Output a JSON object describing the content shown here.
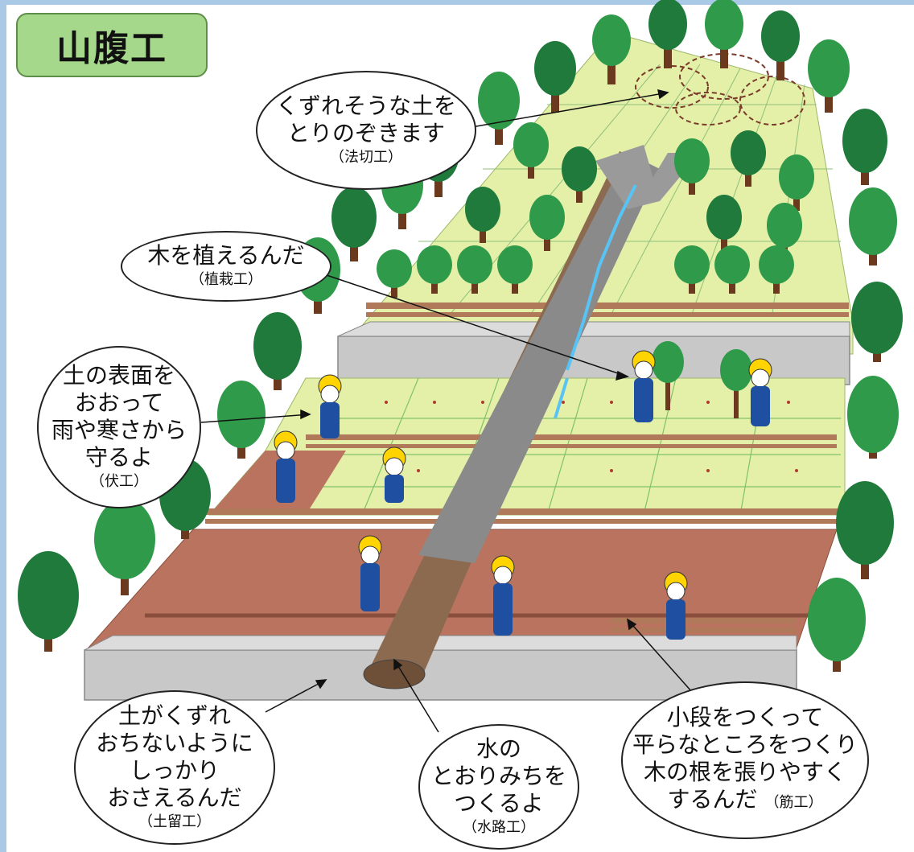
{
  "title": "山腹工",
  "callouts": {
    "slope_cutting": {
      "lines": [
        "くずれそうな土を",
        "とりのぞきます"
      ],
      "method": "（法切工）"
    },
    "tree_planting": {
      "lines": [
        "木を植えるんだ"
      ],
      "method": "（植栽工）"
    },
    "surface_cover": {
      "lines": [
        "土の表面を",
        "おおって",
        "雨や寒さから",
        "守るよ"
      ],
      "method": "（伏工）"
    },
    "retaining_wall": {
      "lines": [
        "土がくずれ",
        "おちないように",
        "しっかり",
        "おさえるんだ"
      ],
      "method": "（土留工）"
    },
    "waterway": {
      "lines": [
        "水の",
        "とおりみちを",
        "つくるよ"
      ],
      "method": "（水路工）"
    },
    "terracing": {
      "lines": [
        "小段をつくって",
        "平らなところをつくり",
        "木の根を張りやすく",
        "するんだ"
      ],
      "method": "（筋工）"
    }
  },
  "colors": {
    "frame": "#a9c9e6",
    "title_fill": "#a6d88b",
    "grass": "#e4efa8",
    "soil": "#b9735e",
    "concrete": "#c8c8c8",
    "tree_dark": "#1f7a3b",
    "tree_light": "#2f9a4a",
    "helmet": "#ffd400",
    "uniform": "#1f4fa0",
    "water": "#58c4f5"
  }
}
